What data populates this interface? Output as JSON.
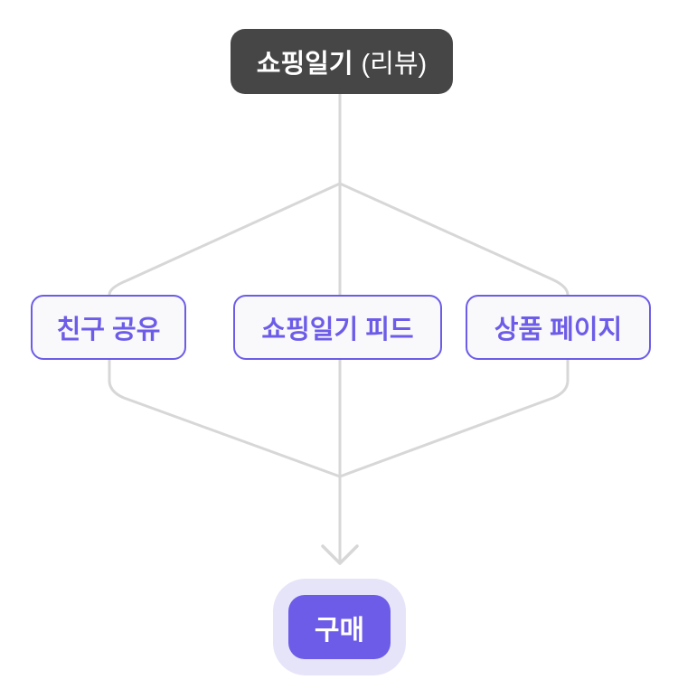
{
  "diagram": {
    "root": {
      "label_bold": "쇼핑일기",
      "label_suffix": "(리뷰)"
    },
    "channels": [
      {
        "label": "친구 공유"
      },
      {
        "label": "쇼핑일기 피드"
      },
      {
        "label": "상품 페이지"
      }
    ],
    "outcome": {
      "label": "구매"
    }
  },
  "colors": {
    "background": "#FFFFFF",
    "root_node_bg": "#464646",
    "root_node_text": "#FFFFFF",
    "accent_purple": "#6C5CE7",
    "channel_node_bg": "#F9F9FB",
    "outcome_halo_bg": "#E6E4F8",
    "outcome_text": "#FFFFFF",
    "connector_gray": "#D7D7D7"
  }
}
